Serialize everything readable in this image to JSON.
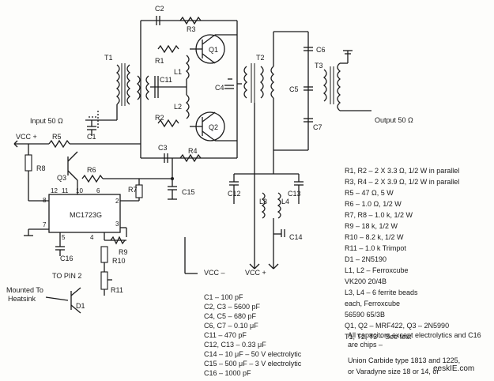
{
  "labels": {
    "input": "Input 50 Ω",
    "output": "Output 50 Ω",
    "vcc_plus_left": "VCC +",
    "vcc_minus": "VCC –",
    "vcc_plus_mid": "VCC +",
    "to_pin2": "TO PIN 2",
    "mounted": "Mounted To",
    "heatsink": "Heatsink",
    "ic_name": "MC1723G",
    "watermark": "eeskIE.com"
  },
  "components": {
    "C1": "C1",
    "C2": "C2",
    "C3": "C3",
    "C4": "C4",
    "C5": "C5",
    "C6": "C6",
    "C7": "C7",
    "C11": "C11",
    "C12": "C12",
    "C13": "C13",
    "C14": "C14",
    "C15": "C15",
    "C16": "C16",
    "R1": "R1",
    "R2": "R2",
    "R3": "R3",
    "R4": "R4",
    "R5": "R5",
    "R6": "R6",
    "R7": "R7",
    "R8": "R8",
    "R9": "R9",
    "R10": "R10",
    "R11": "R11",
    "L1": "L1",
    "L2": "L2",
    "L3": "L3",
    "L4": "L4",
    "T1": "T1",
    "T2": "T2",
    "T3": "T3",
    "Q1": "Q1",
    "Q2": "Q2",
    "Q3": "Q3",
    "D1": "D1"
  },
  "pins": {
    "p2": "2",
    "p3": "3",
    "p4": "4",
    "p5": "5",
    "p6": "6",
    "p7": "7",
    "p8": "8",
    "p10": "10",
    "p11": "11",
    "p12": "12"
  },
  "parts_right": [
    "R1, R2 – 2 X 3.3 Ω, 1/2 W in parallel",
    "R3, R4 – 2 X 3.9 Ω, 1/2 W in parallel",
    "R5 – 47 Ω, 5 W",
    "R6 – 1.0 Ω, 1/2 W",
    "R7, R8 – 1.0 k, 1/2 W",
    "R9 – 18 k, 1/2 W",
    "R10 – 8.2 k, 1/2 W",
    "R11 – 1.0 k Trimpot",
    "D1 – 2N5190",
    "L1, L2 – Ferroxcube",
    "VK200 20/4B",
    "L3, L4 – 6 ferrite beads",
    "each, Ferroxcube",
    "56590 65/3B",
    "Q1, Q2 – MRF422, Q3 – 2N5990",
    "T1, T2, T3 – See text"
  ],
  "notes_right": [
    "All capacitors except electrolytics and C16",
    "are chips –",
    "Union Carbide type 1813 and 1225,",
    "or Varadyne size 18 or 14, or"
  ],
  "parts_caps": [
    "C1 – 100 pF",
    "C2, C3 – 5600 pF",
    "C4, C5 – 680 pF",
    "C6, C7 – 0.10 μF",
    "C11 – 470 pF",
    "C12, C13 – 0.33 μF",
    "C14 – 10 μF – 50 V electrolytic",
    "C15 – 500 μF – 3 V electrolytic",
    "C16 – 1000 pF"
  ]
}
